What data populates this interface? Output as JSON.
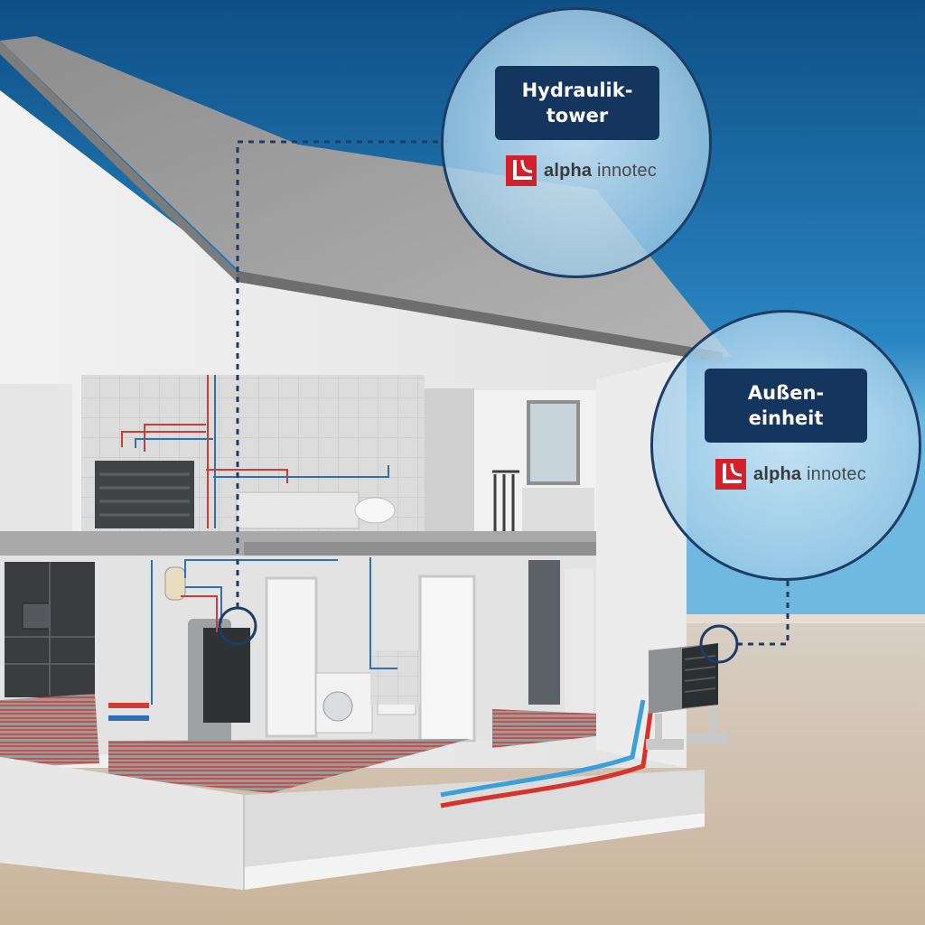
{
  "callouts": {
    "hydraulik": {
      "title_line1": "Hydraulik-",
      "title_line2": "tower",
      "brand_bold": "alpha",
      "brand_light": "innotec"
    },
    "aussen": {
      "title_line1": "Außen-",
      "title_line2": "einheit",
      "brand_bold": "alpha",
      "brand_light": "innotec"
    }
  },
  "colors": {
    "label_bg": "#13355e",
    "logo_red": "#d4202a",
    "sky": "#1e6fa8",
    "pipe_hot": "#d9322b",
    "pipe_cold": "#3aa0dc"
  },
  "icons": {
    "logo": "alpha-innotec-logo",
    "connector": "dashed-leader-line"
  }
}
